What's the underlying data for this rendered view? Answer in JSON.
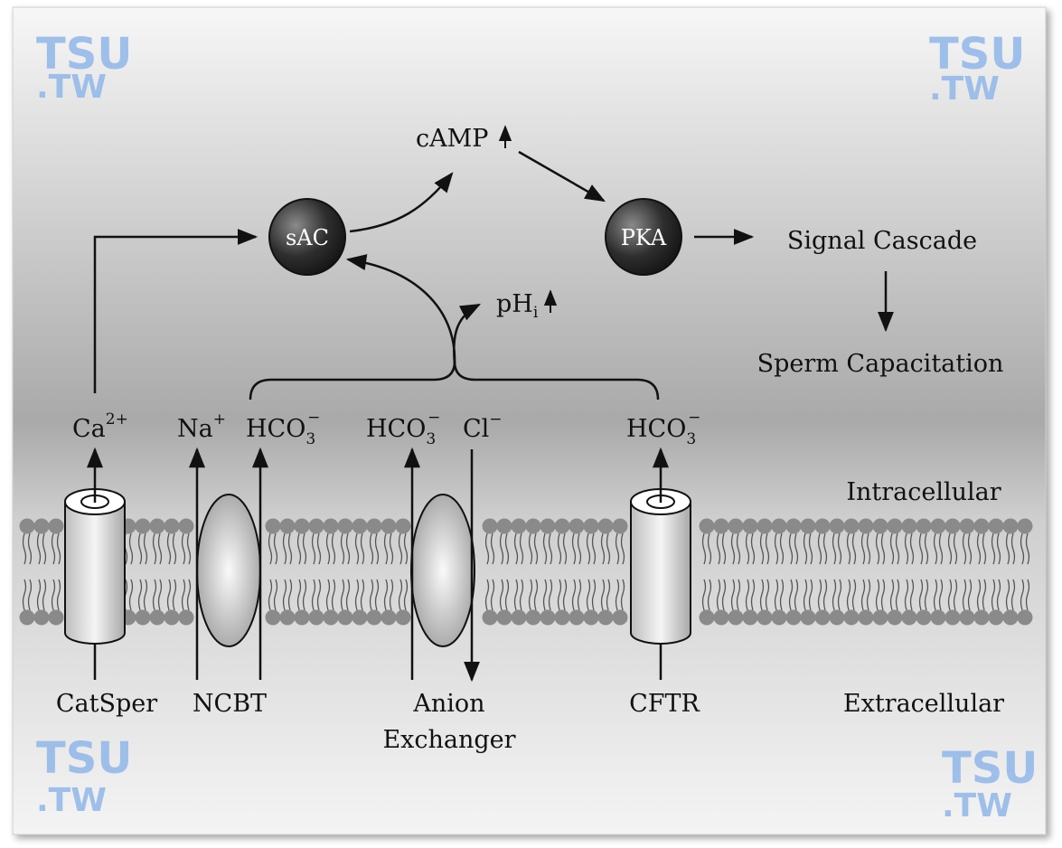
{
  "watermark": {
    "line1": "TSU",
    "line2": ".TW"
  },
  "regions": {
    "intracellular": "Intracellular",
    "extracellular": "Extracellular"
  },
  "nodes": {
    "sac": "sAC",
    "pka": "PKA"
  },
  "labels": {
    "camp": "cAMP",
    "phi": "pH",
    "phi_sub": "i",
    "signal_cascade": "Signal Cascade",
    "sperm_capacitation": "Sperm Capacitation"
  },
  "ions": {
    "ca": "Ca",
    "ca_charge": "2+",
    "na": "Na",
    "na_charge": "+",
    "hco3_1": "HCO",
    "hco3_2": "HCO",
    "hco3_3": "HCO",
    "hco3_sub": "3",
    "hco3_charge": "−",
    "cl": "Cl",
    "cl_charge": "−"
  },
  "transporters": {
    "catsper": "CatSper",
    "ncbt": "NCBT",
    "anion_line1": "Anion",
    "anion_line2": "Exchanger",
    "cftr": "CFTR"
  },
  "colors": {
    "arrow": "#111111",
    "node_fill": "#2f2f2f",
    "lipid_head": "#8a8a8a",
    "watermark": "#8fb6e8"
  }
}
